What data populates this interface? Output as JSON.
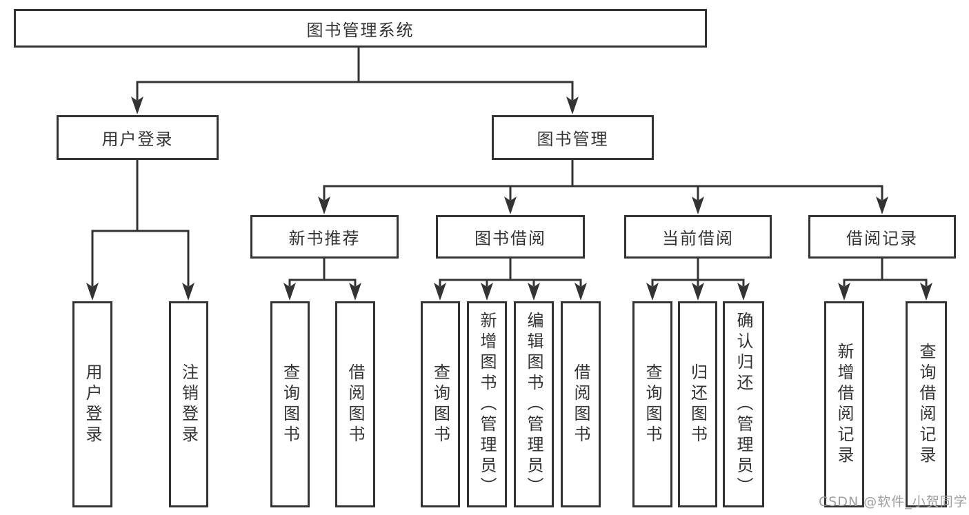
{
  "tree": {
    "label": "图书管理系统",
    "children": [
      {
        "label": "用户登录",
        "children": [
          {
            "label": "用户登录"
          },
          {
            "label": "注销登录"
          }
        ]
      },
      {
        "label": "图书管理",
        "children": [
          {
            "label": "新书推荐",
            "children": [
              {
                "label": "查询图书"
              },
              {
                "label": "借阅图书"
              }
            ]
          },
          {
            "label": "图书借阅",
            "children": [
              {
                "label": "查询图书"
              },
              {
                "label": "新增图书（管理员）"
              },
              {
                "label": "编辑图书（管理员）"
              },
              {
                "label": "借阅图书"
              }
            ]
          },
          {
            "label": "当前借阅",
            "children": [
              {
                "label": "查询图书"
              },
              {
                "label": "归还图书"
              },
              {
                "label": "确认归还（管理员）"
              }
            ]
          },
          {
            "label": "借阅记录",
            "children": [
              {
                "label": "新增借阅记录"
              },
              {
                "label": "查询借阅记录"
              }
            ]
          }
        ]
      }
    ]
  },
  "watermark": {
    "text": "CSDN @软件_小贺同学"
  },
  "colors": {
    "line": "#333333",
    "text": "#333333",
    "box_bg": "#ffffff",
    "background": "#ffffff",
    "watermark": "#9e9e9e"
  }
}
